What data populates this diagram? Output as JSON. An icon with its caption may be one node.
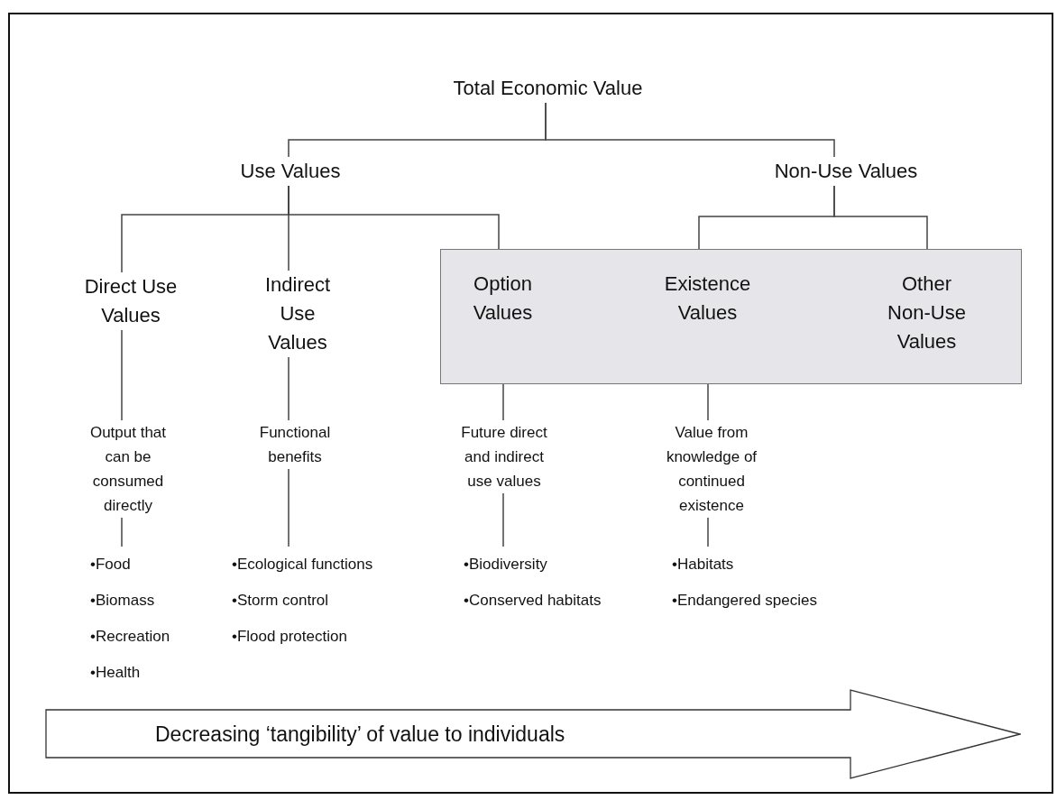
{
  "diagram": {
    "nodes": [
      {
        "text": [
          "Total Economic Value"
        ]
      },
      {
        "text": [
          "Use Values"
        ]
      },
      {
        "text": [
          "Non-Use Values"
        ]
      },
      {
        "text": [
          "Direct Use Values"
        ]
      },
      {
        "text": [
          "Indirect Use Values"
        ]
      },
      {
        "text": [],
        "shape": "box"
      },
      {
        "text": [
          "Option Values"
        ],
        "in": 5
      },
      {
        "text": [
          "Existence Values"
        ],
        "in": 5
      },
      {
        "text": [
          "Other Non-Use Values"
        ],
        "in": 5
      },
      {
        "text": [
          "Output that can be consumed directly"
        ]
      },
      {
        "text": [
          "Functional benefits"
        ]
      },
      {
        "text": [
          "Future direct and indirect use values"
        ]
      },
      {
        "text": [
          "Value from knowledge of continued existence"
        ]
      },
      {
        "text": [
          "•Food",
          "•Biomass",
          "•Recreation",
          "•Health"
        ]
      },
      {
        "text": [
          "•Ecological functions",
          "•Storm control",
          "•Flood protection"
        ]
      },
      {
        "text": [
          "•Biodiversity",
          "•Conserved habitats"
        ]
      },
      {
        "text": [
          "•Habitats",
          "•Endangered species"
        ]
      },
      {
        "text": [
          "Decreasing ‘tangibility’ of value to individuals"
        ]
      }
    ],
    "edges": [
      {
        "from": 0,
        "to": 1,
        "arrow": "none"
      },
      {
        "from": 0,
        "to": 2,
        "arrow": "none"
      },
      {
        "from": 1,
        "to": 3,
        "arrow": "none"
      },
      {
        "from": 1,
        "to": 4,
        "arrow": "none"
      },
      {
        "from": 1,
        "to": 6,
        "arrow": "none"
      },
      {
        "from": 2,
        "to": 7,
        "arrow": "none"
      },
      {
        "from": 2,
        "to": 8,
        "arrow": "none"
      },
      {
        "from": 3,
        "to": 9,
        "arrow": "none"
      },
      {
        "from": 4,
        "to": 10,
        "arrow": "none"
      },
      {
        "from": 5,
        "to": 11,
        "arrow": "none"
      },
      {
        "from": 5,
        "to": 12,
        "arrow": "none"
      },
      {
        "from": 9,
        "to": 13,
        "arrow": "none"
      },
      {
        "from": 10,
        "to": 14,
        "arrow": "none"
      },
      {
        "from": 11,
        "to": 15,
        "arrow": "none"
      },
      {
        "from": 12,
        "to": 16,
        "arrow": "none"
      }
    ]
  }
}
